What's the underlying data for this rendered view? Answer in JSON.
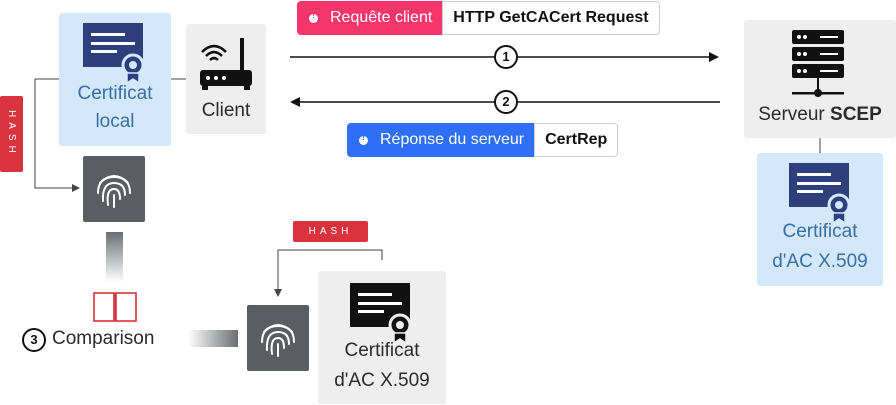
{
  "request_pill": {
    "tag": "Requête client",
    "value": "HTTP GetCACert Request"
  },
  "response_pill": {
    "tag": "Réponse du serveur",
    "value": "CertRep"
  },
  "steps": {
    "one": "1",
    "two": "2",
    "three": "3"
  },
  "local_cert": {
    "line1": "Certificat",
    "line2": "local"
  },
  "client": {
    "label": "Client"
  },
  "server": {
    "prefix": "Serveur ",
    "name": "SCEP"
  },
  "server_cert": {
    "line1": "Certificat",
    "line2": "d'AC X.509"
  },
  "bottom_cert": {
    "line1": "Certificat",
    "line2": "d'AC X.509"
  },
  "hash_vertical": "HASH",
  "hash_horizontal": "HASH",
  "comparison": {
    "label": "Comparison"
  },
  "colors": {
    "pink": "#f5366c",
    "blue": "#2f6ff5",
    "red_badge": "#d9343e",
    "light_blue": "#d3e8fb",
    "grey_box": "#eeeeee",
    "navy_icon": "#2d3f7c"
  }
}
